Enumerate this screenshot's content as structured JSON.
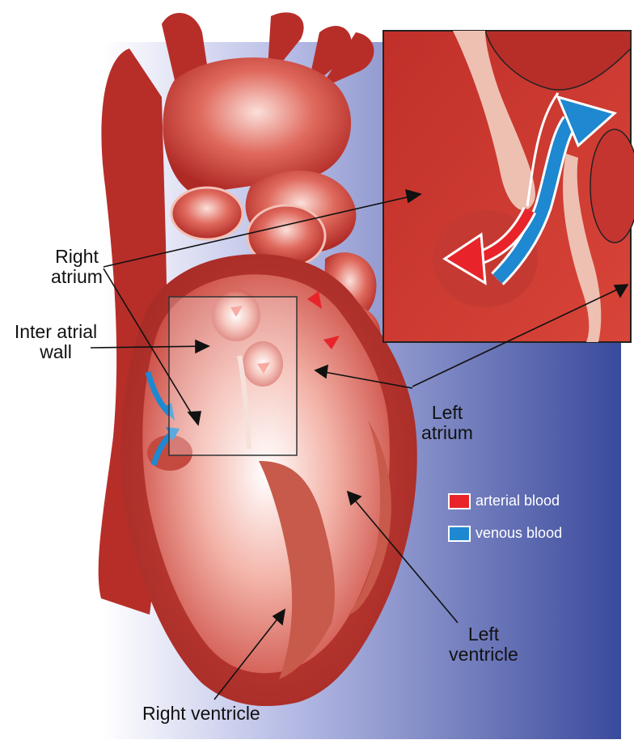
{
  "labels": {
    "right_atrium_line1": "Right",
    "right_atrium_line2": "atrium",
    "inter_atrial_line1": "Inter atrial",
    "inter_atrial_line2": "wall",
    "left_atrium_line1": "Left",
    "left_atrium_line2": "atrium",
    "left_ventricle_line1": "Left",
    "left_ventricle_line2": "ventricle",
    "right_ventricle": "Right ventricle"
  },
  "legend": {
    "arterial": {
      "label": "arterial blood",
      "color": "#e8242a"
    },
    "venous": {
      "label": "venous blood",
      "color": "#1e88d0"
    }
  },
  "colors": {
    "background_gradient_start": "#ffffff",
    "background_gradient_end": "#3a4a9c",
    "heart_dark": "#b9322c",
    "heart_light": "#f6c7bf",
    "arterial": "#e8242a",
    "venous": "#1e88d0"
  }
}
